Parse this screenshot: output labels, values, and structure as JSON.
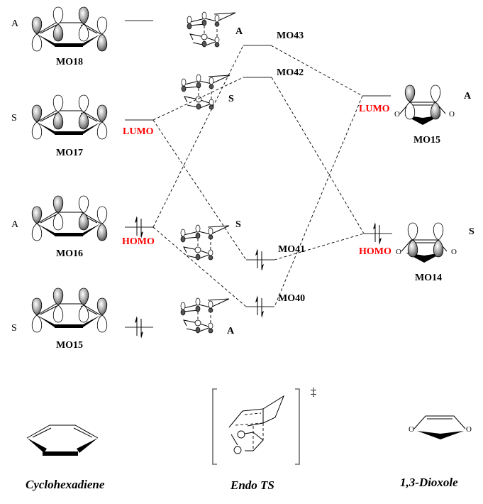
{
  "diagram": {
    "type": "frontier molecular orbital correlation diagram",
    "colors": {
      "homo_lumo_label": "#ff0000",
      "level_line": "#6e6e6e",
      "text": "#000000"
    },
    "cyclohexadiene_orbitals": [
      {
        "id": "MO18",
        "symmetry": "A",
        "occupied": false,
        "tag": ""
      },
      {
        "id": "MO17",
        "symmetry": "S",
        "occupied": false,
        "tag": "LUMO"
      },
      {
        "id": "MO16",
        "symmetry": "A",
        "occupied": true,
        "tag": "HOMO"
      },
      {
        "id": "MO15",
        "symmetry": "S",
        "occupied": true,
        "tag": ""
      }
    ],
    "ts_orbitals": [
      {
        "id": "MO43",
        "symmetry": "A",
        "occupied": false
      },
      {
        "id": "MO42",
        "symmetry": "S",
        "occupied": false
      },
      {
        "id": "MO41",
        "symmetry": "S",
        "occupied": true
      },
      {
        "id": "MO40",
        "symmetry": "A",
        "occupied": true
      }
    ],
    "dioxole_orbitals": [
      {
        "id": "MO15",
        "symmetry": "A",
        "occupied": false,
        "tag": "LUMO"
      },
      {
        "id": "MO14",
        "symmetry": "S",
        "occupied": true,
        "tag": "HOMO"
      }
    ],
    "correlations": [
      {
        "from": "cyclohexadiene MO17 (LUMO)",
        "to": "TS MO42"
      },
      {
        "from": "cyclohexadiene MO17 (LUMO)",
        "to": "TS MO41"
      },
      {
        "from": "cyclohexadiene MO16 (HOMO)",
        "to": "TS MO43"
      },
      {
        "from": "cyclohexadiene MO16 (HOMO)",
        "to": "TS MO40"
      },
      {
        "from": "dioxole MO15 (LUMO)",
        "to": "TS MO43"
      },
      {
        "from": "dioxole MO15 (LUMO)",
        "to": "TS MO40"
      },
      {
        "from": "dioxole MO14 (HOMO)",
        "to": "TS MO42"
      },
      {
        "from": "dioxole MO14 (HOMO)",
        "to": "TS MO41"
      }
    ],
    "ts_symmetry_labels": [
      "A",
      "S",
      "S",
      "A"
    ],
    "structures": {
      "left": "Cyclohexadiene",
      "center": "Endo TS",
      "center_mark": "‡",
      "right": "1,3-Dioxole"
    },
    "oxygen_symbol": "O"
  }
}
